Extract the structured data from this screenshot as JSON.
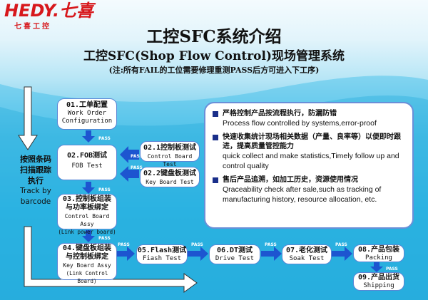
{
  "logo": {
    "brand": "HEDY.七喜",
    "sub": "七喜工控"
  },
  "title": "工控SFC系统介绍",
  "subtitle": "工控SFC(Shop Flow Control)现场管理系统",
  "note": "(注:所有FAIL的工位需要修理重测PASS后方可进入下工序)",
  "side_label": {
    "zh1": "按照条码",
    "zh2": "扫描跟踪",
    "zh3": "执行",
    "en1": "Track by",
    "en2": "barcode"
  },
  "pass_label": "PASS",
  "steps": {
    "s01": {
      "zh": "01.工单配置",
      "en1": "Work Order",
      "en2": "Configuration"
    },
    "s02": {
      "zh": "02.FOB测试",
      "en1": "FOB Test"
    },
    "s021": {
      "zh": "02.1控制板测试",
      "en1": "Control Board Test"
    },
    "s022": {
      "zh": "02.2键盘板测试",
      "en1": "Key Board Test"
    },
    "s03": {
      "zh1": "03.控制板组装",
      "zh2": "与功率板绑定",
      "en1": "Control Board Assy",
      "en2": "(Link power board)"
    },
    "s04": {
      "zh1": "04.键盘板组装",
      "zh2": "与控制板绑定",
      "en1": "Key Board Assy",
      "en2": "(Link Control Board)"
    },
    "s05": {
      "zh": "05.Flash测试",
      "en1": "Fiash Test"
    },
    "s06": {
      "zh": "06.DT测试",
      "en1": "Drive Test"
    },
    "s07": {
      "zh": "07.老化测试",
      "en1": "Soak Test"
    },
    "s08": {
      "zh": "08.产品包装",
      "en1": "Packing"
    },
    "s09": {
      "zh": "09.产品出货",
      "en1": "Shipping"
    }
  },
  "info": {
    "items": [
      {
        "zh": "严格控制产品按流程执行，防漏防错",
        "en": "Process flow controlled by systems,error-proof"
      },
      {
        "zh": "快速收集统计现场相关数据（产量、良率等）以便即时跟进，提高质量管控能力",
        "en": "quick collect and make statistics,Timely follow up and control quality"
      },
      {
        "zh": "售后产品追溯，如加工历史，资源使用情况",
        "en": "Qraceability check after sale,such as tracking of manufacturing history, resource allocation, etc."
      }
    ]
  },
  "colors": {
    "brand_red": "#d7181c",
    "box_border": "#5a86d6",
    "arrow_blue": "#1d55d0",
    "bullet": "#1a2f8a"
  }
}
